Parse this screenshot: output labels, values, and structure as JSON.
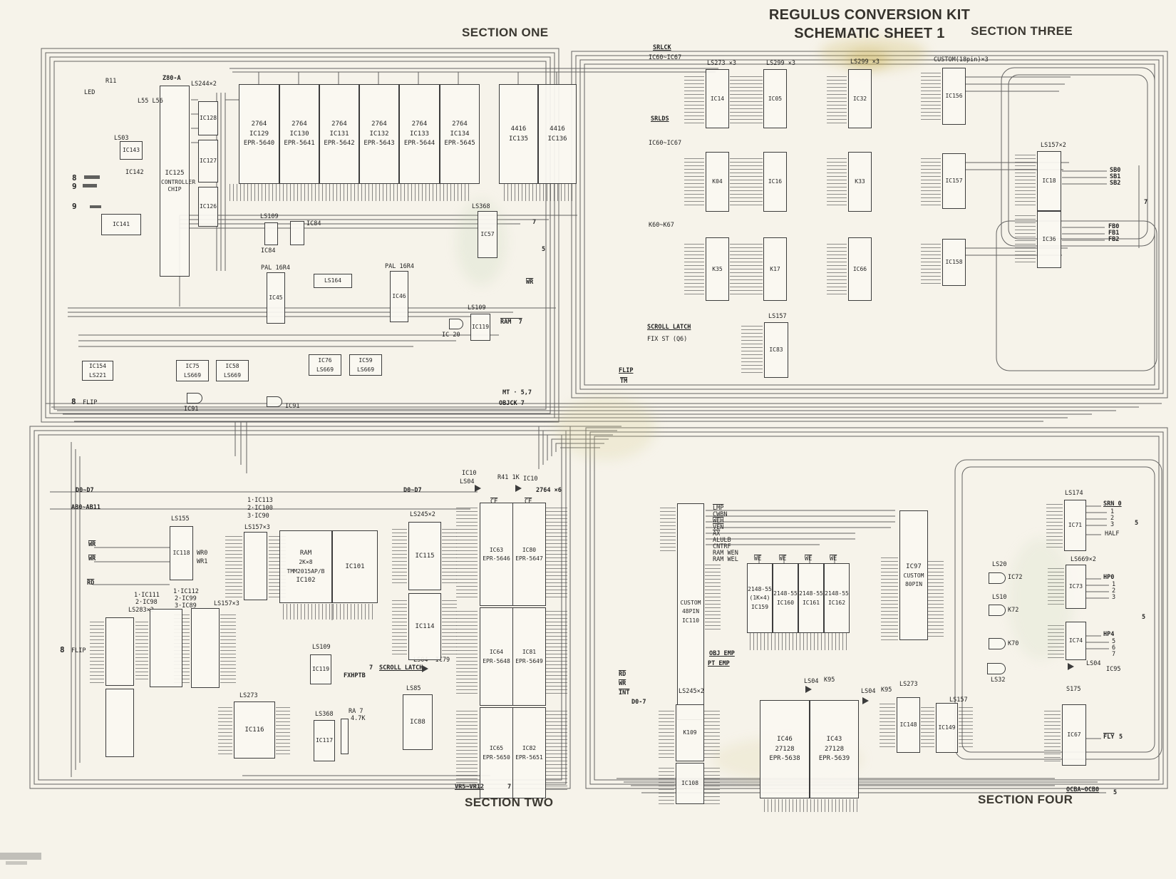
{
  "title": {
    "line1": "REGULUS CONVERSION KIT",
    "line2": "SCHEMATIC SHEET 1"
  },
  "sections": {
    "one": "SECTION ONE",
    "two": "SECTION TWO",
    "three": "SECTION THREE",
    "four": "SECTION FOUR"
  },
  "s1": {
    "z80": "Z80-A",
    "cpu_name": "IC125",
    "cpu_desc": "CONTROLLER CHIP",
    "buf_label": "LS244×2",
    "buf1": "IC128",
    "buf2": "IC127",
    "buf3": "IC126",
    "ls03": "LS03",
    "ic143": "IC143",
    "led": "LED",
    "r11": "R11",
    "l5556": "L55 L56",
    "eproms": [
      {
        "part": "2764",
        "name": "IC129",
        "code": "EPR-5640"
      },
      {
        "part": "2764",
        "name": "IC130",
        "code": "EPR-5641"
      },
      {
        "part": "2764",
        "name": "IC131",
        "code": "EPR-5642"
      },
      {
        "part": "2764",
        "name": "IC132",
        "code": "EPR-5643"
      },
      {
        "part": "2764",
        "name": "IC133",
        "code": "EPR-5644"
      },
      {
        "part": "2764",
        "name": "IC134",
        "code": "EPR-5645"
      }
    ],
    "vrams": [
      {
        "part": "4416",
        "name": "IC135"
      },
      {
        "part": "4416",
        "name": "IC136"
      }
    ],
    "pal_label": "PAL 16R4",
    "pal1": "IC45",
    "pal2": "IC46",
    "ls109": "LS109",
    "ic84a": "IC84",
    "ic84b": "IC84",
    "ls164": "LS164",
    "ls368": "LS368",
    "ic57": "IC57",
    "counters": [
      {
        "family": "LS669",
        "name": "IC75"
      },
      {
        "family": "LS669",
        "name": "IC58"
      },
      {
        "family": "LS669",
        "name": "IC76"
      },
      {
        "family": "LS669",
        "name": "IC59"
      }
    ],
    "ic154": "IC154",
    "ls221": "LS221",
    "ic141": "IC141",
    "ic142": "IC142",
    "ic91a": "IC91",
    "ic91b": "IC91",
    "gate20": "IC 20",
    "ls109c": "LS109",
    "ic119": "IC119",
    "out_ram": "RAM  7",
    "out_wr": "WR",
    "n7": "7",
    "n5": "5",
    "out_mt": "MT · 5,7",
    "out_objck": "OBJCK 7",
    "n8a": "8",
    "n9a": "9",
    "n9b": "9",
    "n8b": "8",
    "flip": "FLIP"
  },
  "s2": {
    "d07": "D0~D7",
    "ab": "AB0~AB11",
    "wr0": "WR0",
    "wr1_": "WR1",
    "wr_a": "WR",
    "wr_b": "WR",
    "rd": "RD",
    "note1": [
      "1·IC113",
      "2·IC100",
      "3·IC90"
    ],
    "ls155": "LS155",
    "ic118": "IC118",
    "mux1": "LS157×3",
    "ram_lines": [
      "RAM",
      "2K×8",
      "TMM2015AP/B"
    ],
    "ic102": "IC102",
    "ic101": "IC101",
    "ls283": "LS283×2",
    "note2": [
      "1·IC111",
      "2·IC98"
    ],
    "note3": [
      "1·IC112",
      "2·IC99",
      "3·IC89"
    ],
    "mux2": "LS157×3",
    "ls273": "LS273",
    "ic116": "IC116",
    "ls109": "LS109",
    "ic119": "IC119",
    "fxhptb": "FXHPTB",
    "ls368": "LS368",
    "ic117": "IC117",
    "ra7": "RA 7",
    "r47": "4.7K",
    "ls85": "LS85",
    "ic88": "IC88",
    "scroll7": "7",
    "scroll": "SCROLL LATCH",
    "ls04_79": "LS04  IC79",
    "ls245": "LS245×2",
    "ic115": "IC115",
    "ic114": "IC114",
    "d07b": "D0~D7",
    "inv1": "LS04",
    "ic10a": "IC10",
    "r41": "R41 1K",
    "inv2": "LS04",
    "ic10b": "IC10",
    "x6": "2764 ×6",
    "ce": "CE",
    "pairs": [
      {
        "l_name": "IC63",
        "l_code": "EPR-5646",
        "r_name": "IC80",
        "r_code": "EPR-5647"
      },
      {
        "l_name": "IC64",
        "l_code": "EPR-5648",
        "r_name": "IC81",
        "r_code": "EPR-5649"
      },
      {
        "l_name": "IC65",
        "l_code": "EPR-5650",
        "r_name": "IC82",
        "r_code": "EPR-5651"
      }
    ],
    "vr": "VR5~VR12",
    "vr7": "7",
    "n8": "8",
    "flip": "FLIP"
  },
  "s3": {
    "srlck": "SRLCK",
    "row1": "IC60~IC67",
    "srlds": "SRLDS",
    "row2": "IC60~IC67",
    "row3": "K60~K67",
    "g273": "LS273 ×3",
    "g299a": "LS299 ×3",
    "g299b": "LS299 ×3",
    "grid": [
      [
        "IC14",
        "IC05",
        "IC32"
      ],
      [
        "K04",
        "IC16",
        "K33"
      ],
      [
        "K35",
        "K17",
        "IC66"
      ]
    ],
    "custom": "CUSTOM(18pin)×3",
    "c1": "IC156",
    "c2": "IC157",
    "c3": "IC158",
    "ls157x2": "LS157×2",
    "ic18": "IC18",
    "ic36": "IC36",
    "sb0": "SB0",
    "sb1": "SB1",
    "sb2": "SB2",
    "fb0": "FB0",
    "fb1": "FB1",
    "fb2": "FB2",
    "b7": "7",
    "ls157": "LS157",
    "ic83": "IC83",
    "scroll": "SCROLL LATCH",
    "fixst": "FIX ST (Q6)",
    "flip": "FLIP",
    "tm": "TM"
  },
  "s4": {
    "c48": [
      "CUSTOM",
      "48PIN",
      "IC110"
    ],
    "pins": [
      "LMP",
      "CWBN",
      "WEH",
      "VEN",
      "AX",
      "ALULB",
      "CNTRF",
      "RAM WEN",
      "RAM WEL"
    ],
    "we": "WE",
    "rams": [
      {
        "part": "2148-55",
        "sub": "(1K×4)",
        "name": "IC159"
      },
      {
        "part": "2148-55",
        "sub": "",
        "name": "IC160"
      },
      {
        "part": "2148-55",
        "sub": "",
        "name": "IC161"
      },
      {
        "part": "2148-55",
        "sub": "",
        "name": "IC162"
      }
    ],
    "c80": [
      "IC97",
      "CUSTOM",
      "80PIN"
    ],
    "objemp": "OBJ EMP",
    "ptemp": "PT EMP",
    "d07": "D0-7",
    "rd": "RD",
    "wr": "WR",
    "int": "INT",
    "ls245": "LS245×2",
    "k109": "K109",
    "ic108": "IC108",
    "inv1": "LS04",
    "k95a": "K95",
    "inv2": "LS04",
    "k95b": "K95",
    "ep1": {
      "name": "IC46",
      "part": "27128",
      "code": "EPR-5638"
    },
    "ep2": {
      "name": "IC43",
      "part": "27128",
      "code": "EPR-5639"
    },
    "ls273": "LS273",
    "ic148": "IC148",
    "ls157": "LS157",
    "ic149": "IC149",
    "ls20": "LS20",
    "ic72": "IC72",
    "ls10": "LS10",
    "k72": "K72",
    "k70": "K70",
    "ls32": "LS32",
    "ls174": "LS174",
    "ic71": "IC71",
    "srn": [
      "SRN 0",
      "1",
      "2",
      "3",
      "HALF"
    ],
    "b5a": "5",
    "ls669": "LS669×2",
    "ic73": "IC73",
    "ic74": "IC74",
    "hp1": [
      "HP0",
      "1",
      "2",
      "3"
    ],
    "hp2": [
      "HP4",
      "5",
      "6",
      "7"
    ],
    "b5b": "5",
    "inv3": "LS04",
    "ic95": "IC95",
    "s175": "S175",
    "ic67": "IC67",
    "fly": "FLY",
    "b5c": "5",
    "ocb": "OCBA~OCB0",
    "b5d": "5"
  }
}
